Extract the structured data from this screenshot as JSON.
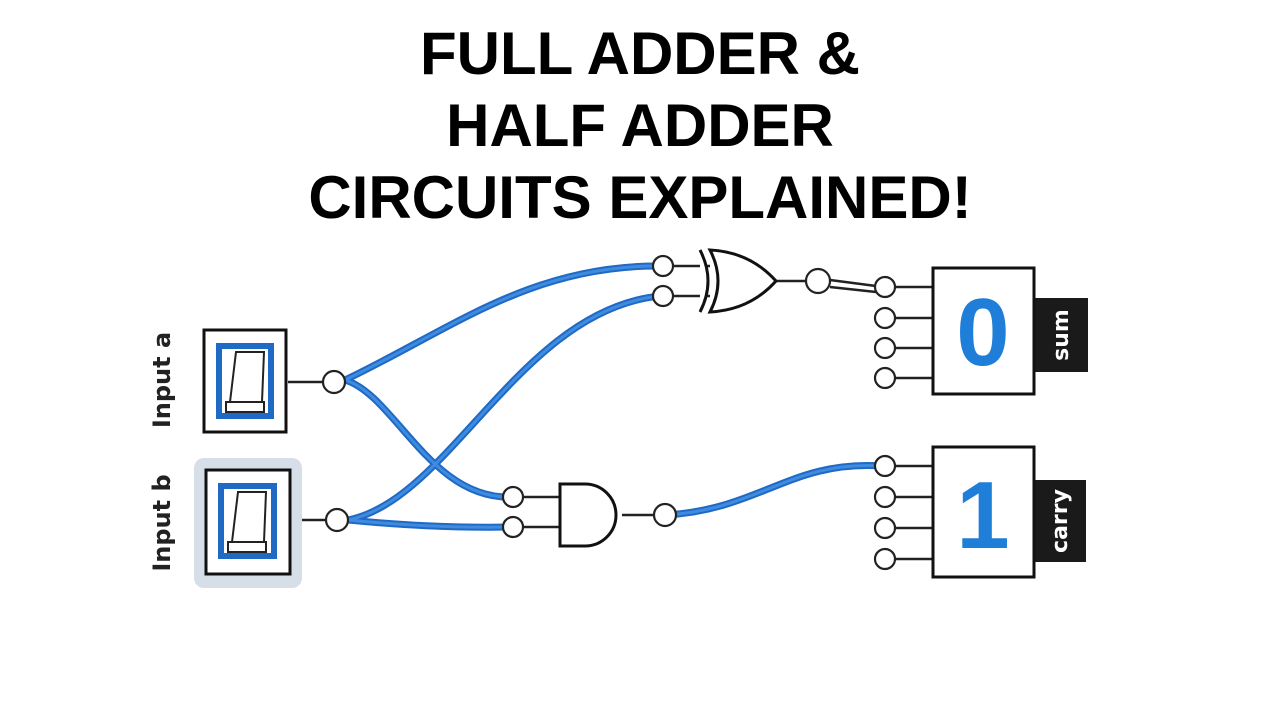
{
  "title": {
    "line1": "FULL ADDER &",
    "line2": "HALF ADDER",
    "line3": "CIRCUITS EXPLAINED!"
  },
  "inputs": {
    "a_label": "Input a",
    "b_label": "Input b"
  },
  "outputs": {
    "sum_value": "0",
    "sum_label": "sum",
    "carry_value": "1",
    "carry_label": "carry"
  },
  "colors": {
    "wire": "#1f6ac4",
    "digit": "#1f7fd8",
    "tag": "#1a1a1a"
  }
}
